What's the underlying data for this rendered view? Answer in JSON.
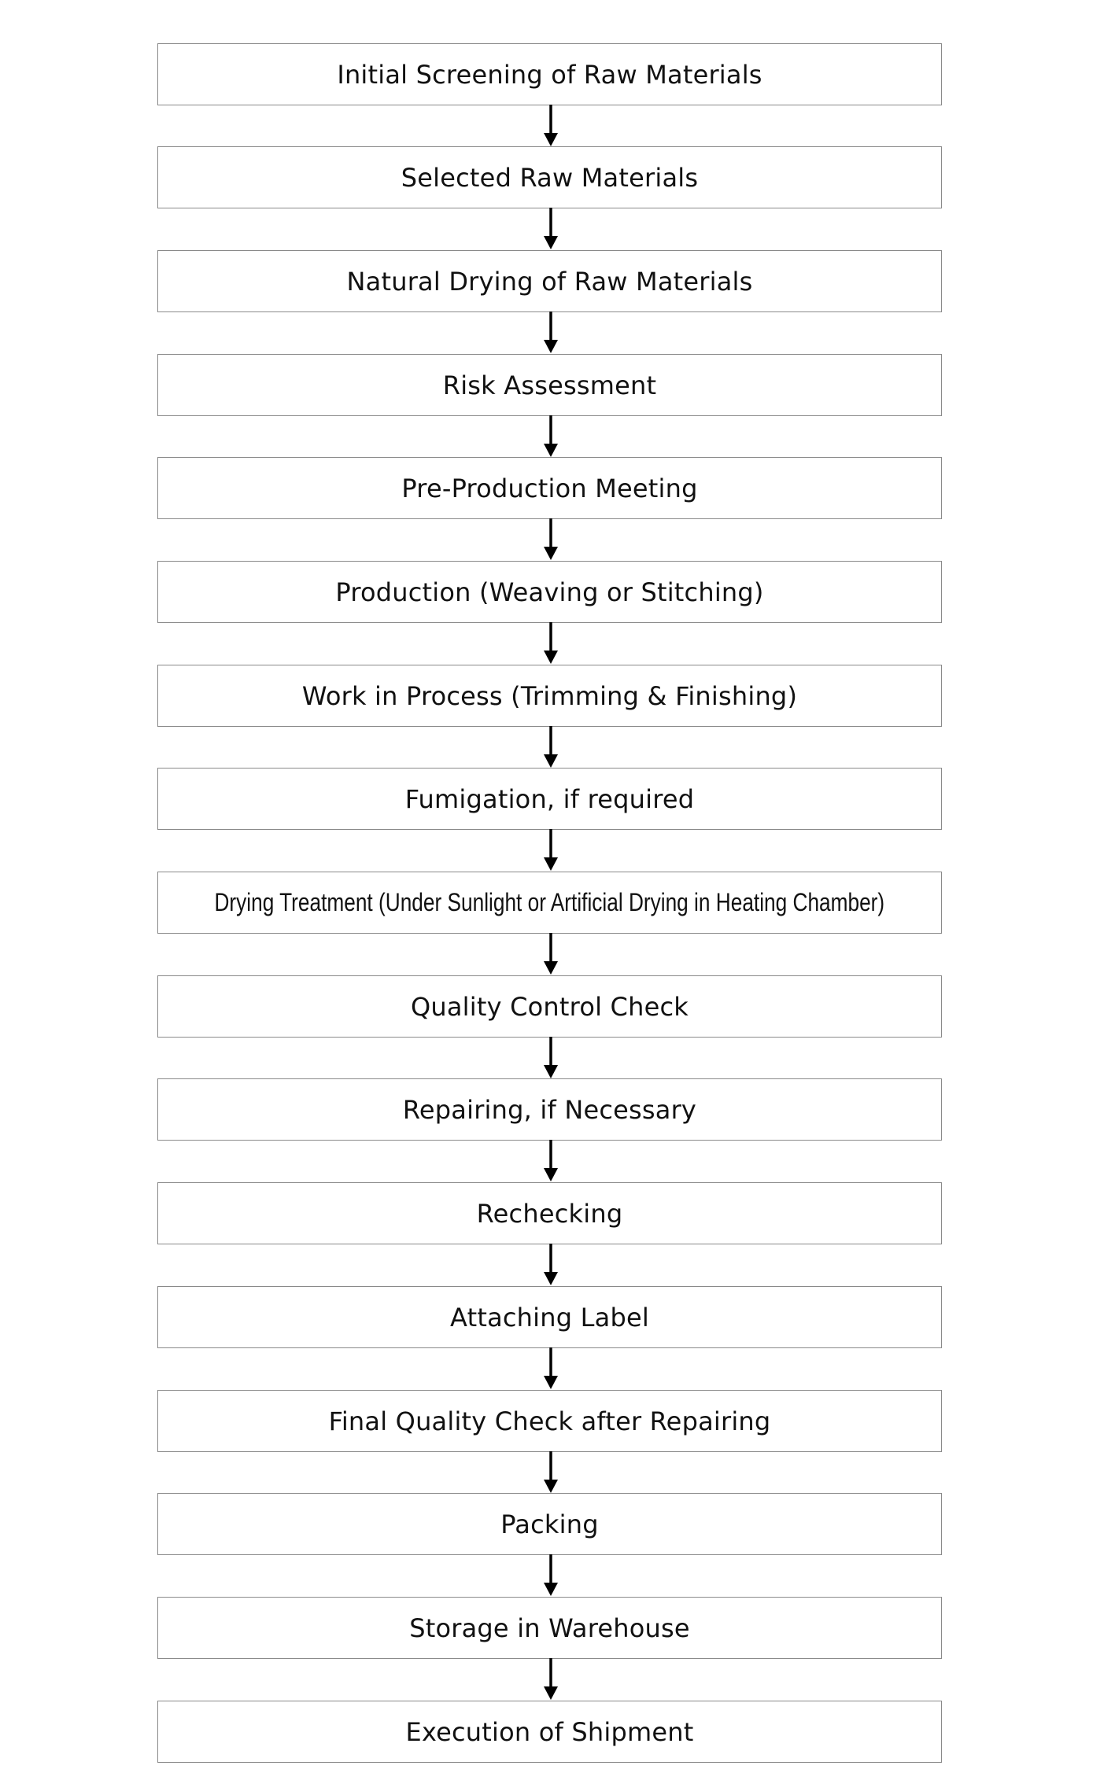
{
  "flowchart": {
    "steps": [
      {
        "label": "Initial Screening of Raw Materials"
      },
      {
        "label": "Selected Raw Materials"
      },
      {
        "label": "Natural Drying of Raw Materials"
      },
      {
        "label": "Risk Assessment"
      },
      {
        "label": "Pre-Production Meeting"
      },
      {
        "label": "Production (Weaving or Stitching)"
      },
      {
        "label": "Work in Process (Trimming & Finishing)"
      },
      {
        "label": "Fumigation, if required"
      },
      {
        "label": "Drying Treatment (Under Sunlight or Artificial Drying in Heating Chamber)"
      },
      {
        "label": "Quality Control Check"
      },
      {
        "label": "Repairing, if Necessary"
      },
      {
        "label": "Rechecking"
      },
      {
        "label": "Attaching Label"
      },
      {
        "label": "Final Quality Check after Repairing"
      },
      {
        "label": "Packing"
      },
      {
        "label": "Storage in Warehouse"
      },
      {
        "label": "Execution of Shipment"
      }
    ],
    "colors": {
      "box_border": "#8a8a8a",
      "arrow": "#000000",
      "text": "#111111",
      "background": "#ffffff"
    }
  }
}
